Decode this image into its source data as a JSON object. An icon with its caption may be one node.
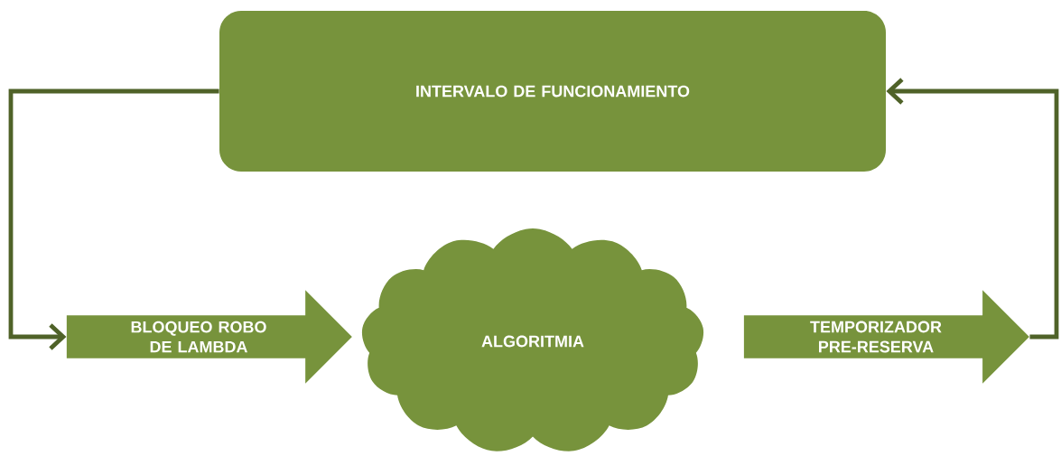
{
  "diagram": {
    "nodes": [
      {
        "text": [
          "INTERVALO DE FUNCIONAMIENTO"
        ]
      },
      {
        "text": [
          "BLOQUEO ROBO DE LAMBDA"
        ]
      },
      {
        "text": [
          "ALGORITMIA"
        ]
      },
      {
        "text": [
          "TEMPORIZADOR PRE-RESERVA"
        ]
      }
    ],
    "edges": [
      {
        "from": 0,
        "to": 1,
        "arrow": "to"
      },
      {
        "from": 3,
        "to": 0,
        "arrow": "to"
      }
    ]
  }
}
